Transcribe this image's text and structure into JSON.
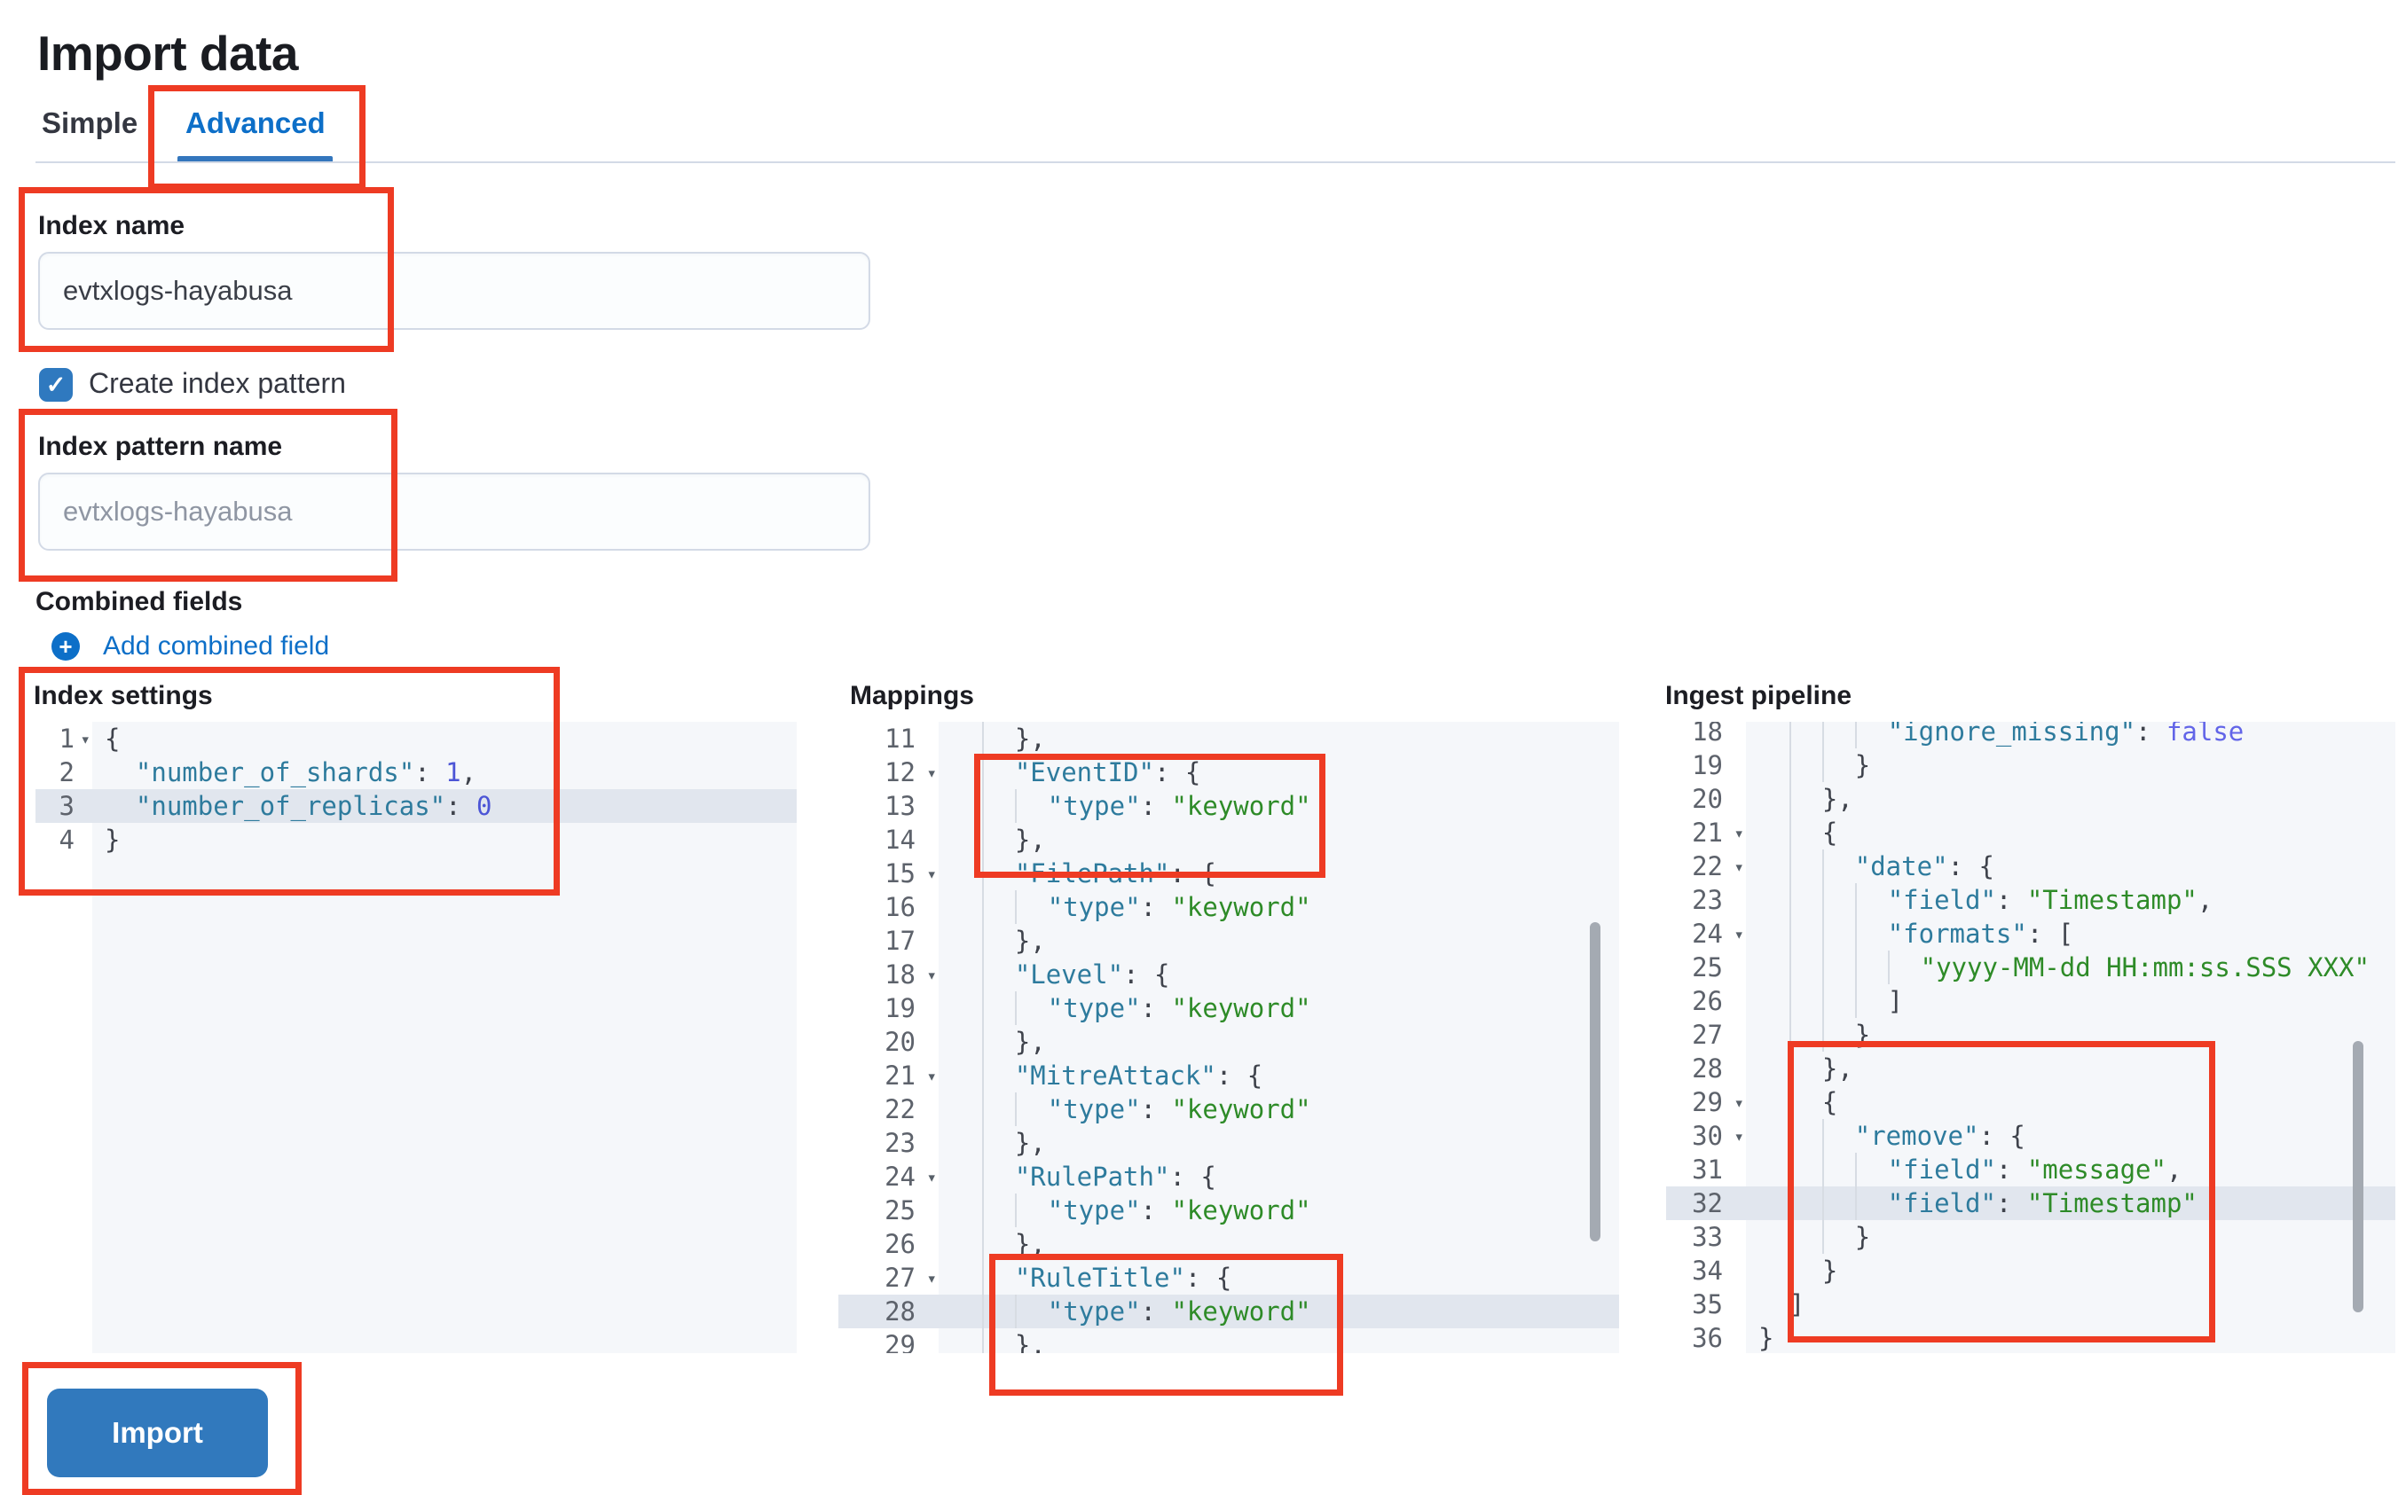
{
  "page": {
    "title": "Import data"
  },
  "tabs": {
    "simple": "Simple",
    "advanced": "Advanced"
  },
  "form": {
    "index_name": {
      "label": "Index name",
      "value": "evtxlogs-hayabusa"
    },
    "create_index_pattern": {
      "label": "Create index pattern",
      "checked": true,
      "check_glyph": "✓"
    },
    "index_pattern_name": {
      "label": "Index pattern name",
      "placeholder": "evtxlogs-hayabusa"
    },
    "combined_fields": {
      "label": "Combined fields",
      "add_link": "Add combined field",
      "plus_glyph": "+"
    }
  },
  "editors": [
    {
      "label": "Index settings",
      "lines": [
        {
          "n": 1,
          "f": true,
          "c": "{"
        },
        {
          "n": 2,
          "c": "  \"number_of_shards\": 1,"
        },
        {
          "n": 3,
          "h": true,
          "c": "  \"number_of_replicas\": 0"
        },
        {
          "n": 4,
          "c": "}"
        }
      ]
    },
    {
      "label": "Mappings",
      "lines": [
        {
          "n": 11,
          "c": "  |  },"
        },
        {
          "n": 12,
          "f": true,
          "c": "  |  \"EventID\": {"
        },
        {
          "n": 13,
          "c": "  |  |  \"type\": \"keyword\""
        },
        {
          "n": 14,
          "c": "  |  },"
        },
        {
          "n": 15,
          "f": true,
          "c": "  |  \"FilePath\": {"
        },
        {
          "n": 16,
          "c": "  |  |  \"type\": \"keyword\""
        },
        {
          "n": 17,
          "c": "  |  },"
        },
        {
          "n": 18,
          "f": true,
          "c": "  |  \"Level\": {"
        },
        {
          "n": 19,
          "c": "  |  |  \"type\": \"keyword\""
        },
        {
          "n": 20,
          "c": "  |  },"
        },
        {
          "n": 21,
          "f": true,
          "c": "  |  \"MitreAttack\": {"
        },
        {
          "n": 22,
          "c": "  |  |  \"type\": \"keyword\""
        },
        {
          "n": 23,
          "c": "  |  },"
        },
        {
          "n": 24,
          "f": true,
          "c": "  |  \"RulePath\": {"
        },
        {
          "n": 25,
          "c": "  |  |  \"type\": \"keyword\""
        },
        {
          "n": 26,
          "c": "  |  },"
        },
        {
          "n": 27,
          "f": true,
          "c": "  |  \"RuleTitle\": {"
        },
        {
          "n": 28,
          "h": true,
          "c": "  |  |  \"type\": \"keyword\""
        },
        {
          "n": 29,
          "c": "  |  },"
        }
      ]
    },
    {
      "label": "Ingest pipeline",
      "lines": [
        {
          "n": 18,
          "c": "  |  |  |  \"ignore_missing\": false"
        },
        {
          "n": 19,
          "c": "  |  |  }"
        },
        {
          "n": 20,
          "c": "  |  },"
        },
        {
          "n": 21,
          "f": true,
          "c": "  |  {"
        },
        {
          "n": 22,
          "f": true,
          "c": "  |  |  \"date\": {"
        },
        {
          "n": 23,
          "c": "  |  |  |  \"field\": \"Timestamp\","
        },
        {
          "n": 24,
          "f": true,
          "c": "  |  |  |  \"formats\": ["
        },
        {
          "n": 25,
          "c": "  |  |  |  |  \"yyyy-MM-dd HH:mm:ss.SSS XXX\""
        },
        {
          "n": 26,
          "c": "  |  |  |  ]"
        },
        {
          "n": 27,
          "c": "  |  |  }"
        },
        {
          "n": 28,
          "c": "  |  },"
        },
        {
          "n": 29,
          "f": true,
          "c": "  |  {"
        },
        {
          "n": 30,
          "f": true,
          "c": "  |  |  \"remove\": {"
        },
        {
          "n": 31,
          "c": "  |  |  |  \"field\": \"message\","
        },
        {
          "n": 32,
          "h": true,
          "c": "  |  |  |  \"field\": \"Timestamp\""
        },
        {
          "n": 33,
          "c": "  |  |  }"
        },
        {
          "n": 34,
          "c": "  |  }"
        },
        {
          "n": 35,
          "c": "  ]"
        },
        {
          "n": 36,
          "c": "}"
        }
      ]
    }
  ],
  "actions": {
    "import": "Import"
  },
  "theme": {
    "annotation_red": "#ee3b23",
    "link_blue": "#0d6fc8",
    "button_blue": "#3179bd",
    "checkbox_blue": "#2f79bf",
    "code_key": "#2e7b9d",
    "code_string": "#2e8b28",
    "code_number": "#4c55d6",
    "code_bool": "#6265e8",
    "line_highlight": "#e1e6ee"
  }
}
